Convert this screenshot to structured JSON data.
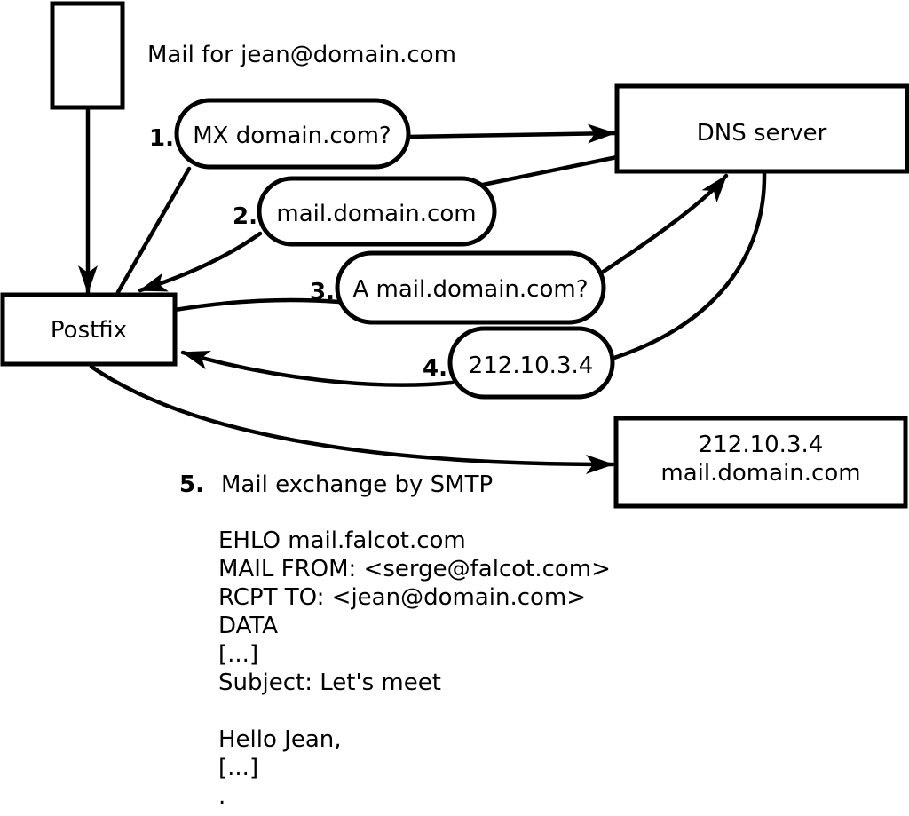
{
  "note": {
    "mail_for": "Mail for jean@domain.com"
  },
  "nodes": {
    "postfix": "Postfix",
    "dns": "DNS server",
    "mail_server": {
      "ip": "212.10.3.4",
      "hostname": "mail.domain.com"
    }
  },
  "steps": [
    {
      "number": "1.",
      "label": "MX domain.com?"
    },
    {
      "number": "2.",
      "label": "mail.domain.com"
    },
    {
      "number": "3.",
      "label": "A mail.domain.com?"
    },
    {
      "number": "4.",
      "label": "212.10.3.4"
    },
    {
      "number": "5.",
      "label": "Mail exchange by SMTP"
    }
  ],
  "smtp_session": "EHLO mail.falcot.com\nMAIL FROM: <serge@falcot.com>\nRCPT TO: <jean@domain.com>\nDATA\n[...]\nSubject: Let's meet\n\nHello Jean,\n[...]\n.",
  "colors": {
    "ink": "#000000",
    "background": "#ffffff"
  }
}
